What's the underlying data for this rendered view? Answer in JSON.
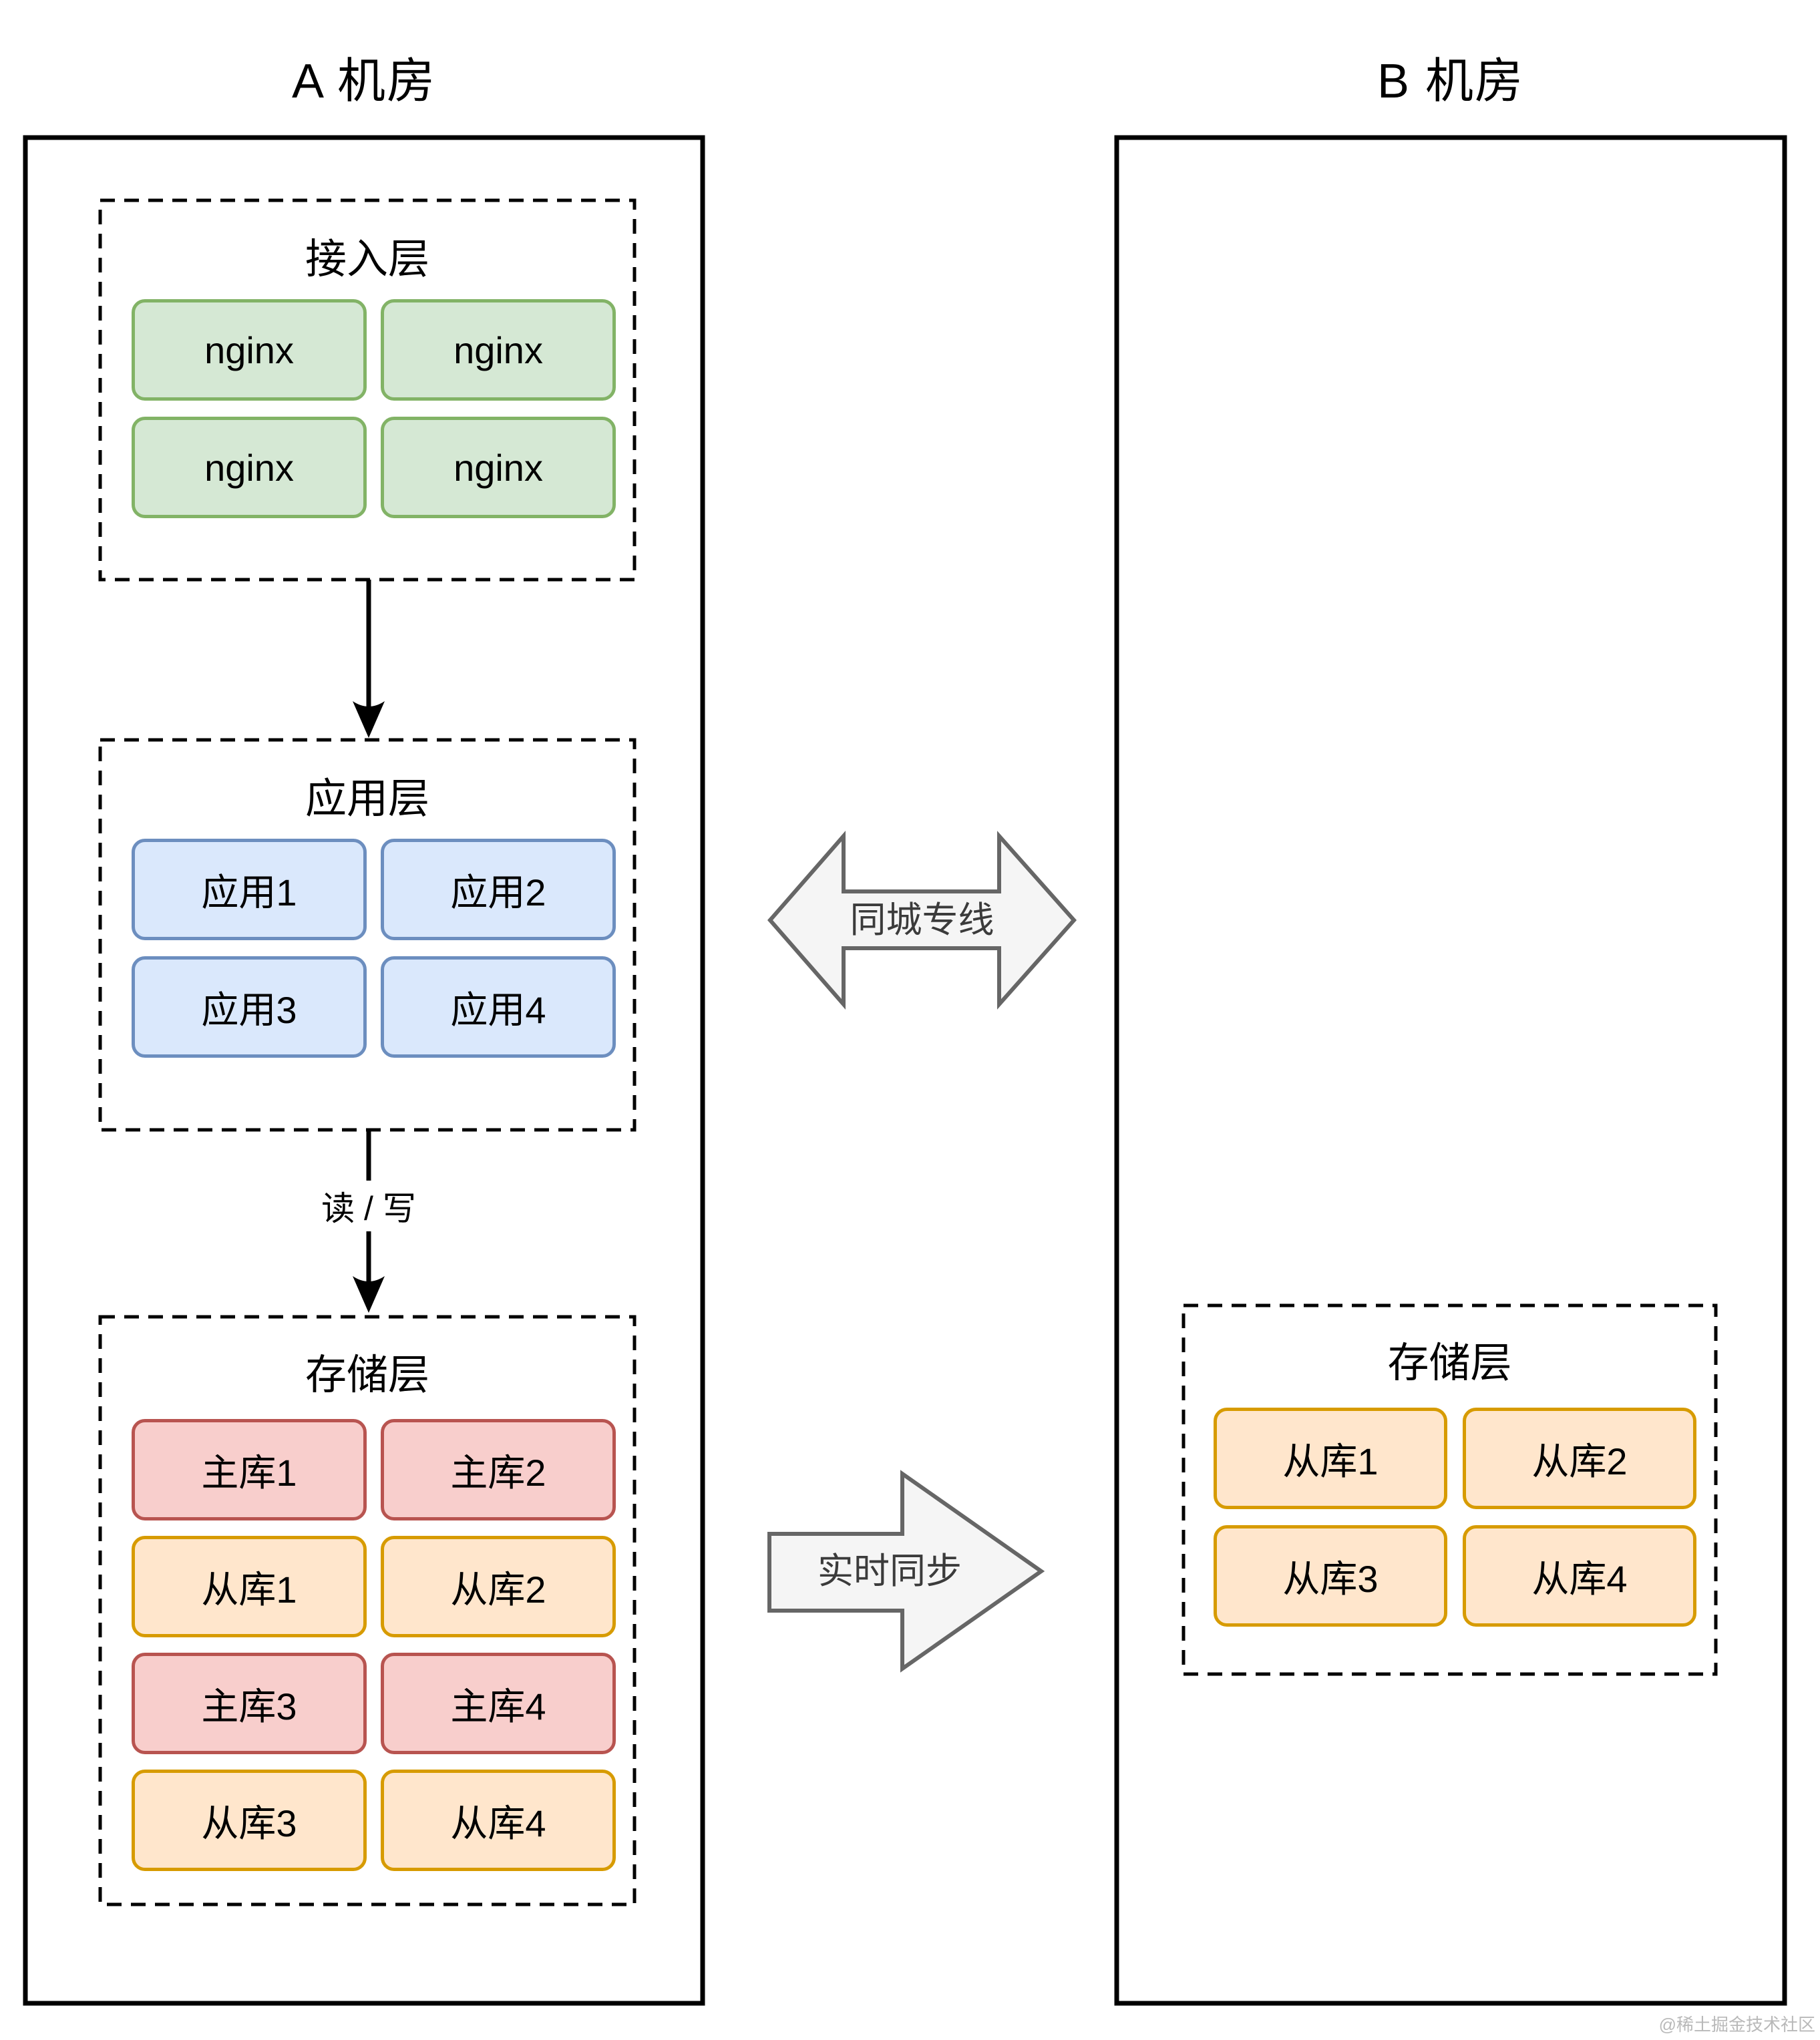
{
  "rooms": {
    "a": {
      "title": "A 机房"
    },
    "b": {
      "title": "B 机房"
    }
  },
  "a_access_layer": {
    "title": "接入层",
    "nodes": [
      "nginx",
      "nginx",
      "nginx",
      "nginx"
    ]
  },
  "a_app_layer": {
    "title": "应用层",
    "nodes": [
      "应用1",
      "应用2",
      "应用3",
      "应用4"
    ]
  },
  "a_storage_layer": {
    "title": "存储层",
    "nodes": [
      "主库1",
      "主库2",
      "从库1",
      "从库2",
      "主库3",
      "主库4",
      "从库3",
      "从库4"
    ]
  },
  "b_storage_layer": {
    "title": "存储层",
    "nodes": [
      "从库1",
      "从库2",
      "从库3",
      "从库4"
    ]
  },
  "edges": {
    "read_write_label": "读 / 写",
    "intercity_link_label": "同城专线",
    "realtime_sync_label": "实时同步"
  },
  "watermark": "@稀土掘金技术社区",
  "colors": {
    "nginx_fill": "#d5e8d4",
    "nginx_border": "#82b366",
    "app_fill": "#dae8fc",
    "app_border": "#6c8ebf",
    "master_fill": "#f8cecc",
    "master_border": "#b85450",
    "slave_fill": "#ffe6cc",
    "slave_border": "#d79b00",
    "arrow_fill": "#f5f5f5",
    "arrow_border": "#666666",
    "outline": "#000000"
  }
}
